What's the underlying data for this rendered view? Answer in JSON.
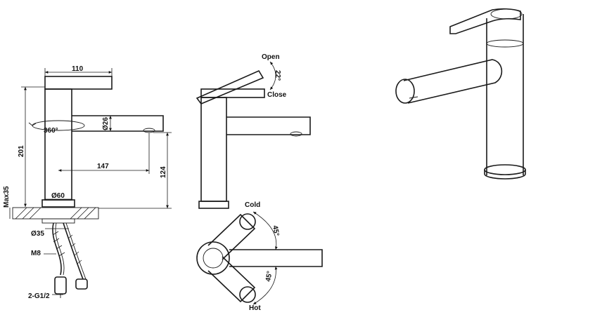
{
  "dimensions": {
    "handle_length": "110",
    "total_height": "201",
    "rotation": "360°",
    "spout_diameter": "Ø26",
    "reach": "147",
    "spout_height": "124",
    "base_diameter": "Ø60",
    "max_deck": "Max35",
    "hole_diameter": "Ø35",
    "thread_rod": "M8",
    "hose_thread": "2-G1/2"
  },
  "side_view": {
    "open_label": "Open",
    "angle_label": "22°",
    "close_label": "Close"
  },
  "top_view": {
    "cold_label": "Cold",
    "cold_angle": "45°",
    "hot_angle": "45°",
    "hot_label": "Hot"
  }
}
